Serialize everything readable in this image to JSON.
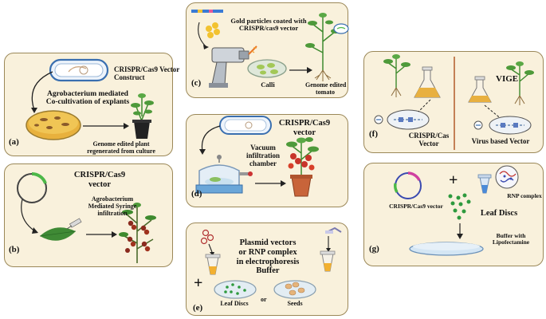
{
  "panels": {
    "a": {
      "tag": "(a)",
      "vector_label_1": "CRISPR/Cas9 Vector",
      "vector_label_2": "Construct",
      "method_1": "Agrobacterium mediated",
      "method_2": "Co-cultivation of explants",
      "result_1": "Genome edited plant",
      "result_2": "regenerated from  culture"
    },
    "b": {
      "tag": "(b)",
      "vector_1": "CRISPR/Cas9",
      "vector_2": "vector",
      "method_1": "Agrobacterium",
      "method_2": "Mediated Syringe",
      "method_3": "infiltration"
    },
    "c": {
      "tag": "(c)",
      "particles_1": "Gold particles coated with",
      "particles_2": "CRISPR/cas9 vector",
      "calli": "Calli",
      "result_1": "Genome edited",
      "result_2": "tomato"
    },
    "d": {
      "tag": "(d)",
      "vector_1": "CRISPR/Cas9",
      "vector_2": "vector",
      "chamber_1": "Vacuum",
      "chamber_2": "infiltration",
      "chamber_3": "chamber"
    },
    "e": {
      "tag": "(e)",
      "text_1": "Plasmid vectors",
      "text_2": "or RNP complex",
      "text_3": "in electrophoresis",
      "text_4": "Buffer",
      "plus": "+",
      "leaf_discs": "Leaf Discs",
      "or": "or",
      "seeds": "Seeds"
    },
    "f": {
      "tag": "(f)",
      "left_1": "CRISPR/Cas",
      "left_2": "Vector",
      "right_title": "VIGE",
      "right_label": "Virus based Vector"
    },
    "g": {
      "tag": "(g)",
      "vector": "CRISPR/Cas9 vector",
      "plus": "+",
      "rnp": "RNP complex",
      "leaf_discs": "Leaf Discs",
      "buffer_1": "Buffer with",
      "buffer_2": "Lipofectamine"
    }
  },
  "colors": {
    "panel_fill": "#f9f1dc",
    "panel_border": "#9b8858",
    "plasmid_green": "#4db848",
    "gold": "#f2c230",
    "leaf_green": "#3e8a2e",
    "tomato_red": "#c8342a",
    "pot_brown": "#c8643a"
  },
  "icons": [
    "plasmid-icon",
    "petri-dish-icon",
    "tomato-plant-icon",
    "gene-gun-icon",
    "flask-icon",
    "eppendorf-tube-icon",
    "syringe-icon",
    "vacuum-chamber-icon",
    "leaf-icon"
  ]
}
